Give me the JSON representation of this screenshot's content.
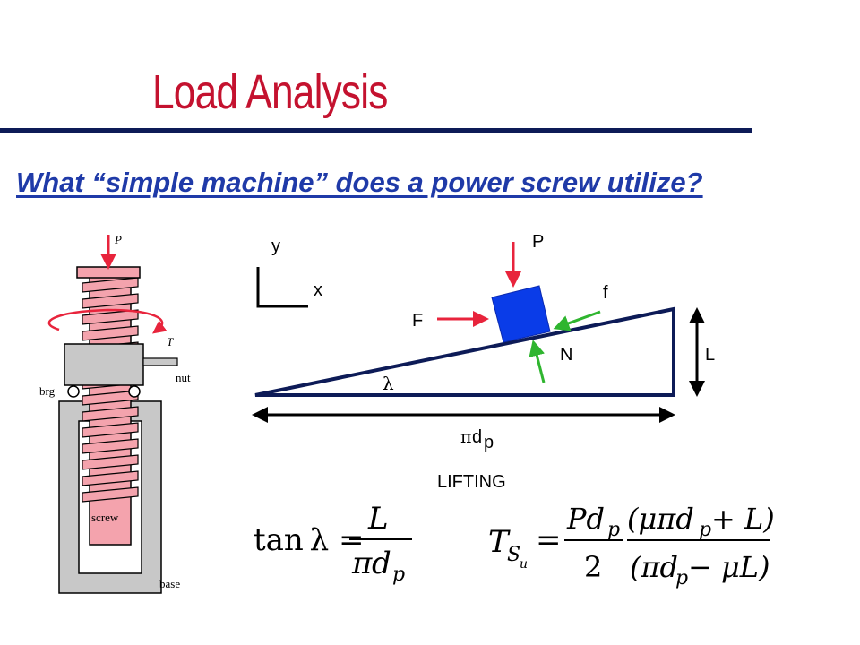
{
  "slide": {
    "title": "Load Analysis",
    "subtitle": "What “simple machine” does a power screw utilize?"
  },
  "screw_figure": {
    "labels": {
      "P": "P",
      "T": "T",
      "nut": "nut",
      "brg": "brg",
      "screw": "screw",
      "base": "base"
    },
    "colors": {
      "thread": "#f4a3ad",
      "load": "#e8243c",
      "nut": "#c8c8c8"
    }
  },
  "incline_diagram": {
    "axes": {
      "y": "y",
      "x": "x"
    },
    "forces": {
      "P": "P",
      "f": "f",
      "F": "F",
      "N": "N"
    },
    "side": "L",
    "angle": "λ",
    "base_pi": "π",
    "base_d": "d",
    "base_sub": "p",
    "case": "LIFTING",
    "colors": {
      "block": "#0a3ce8",
      "force_red": "#e8243c",
      "force_green": "#2fb52f",
      "outline": "#0d1b57"
    }
  },
  "equations": {
    "eq1": {
      "lhs": "tan λ =",
      "num": "L",
      "den_pi": "π",
      "den_d": "d",
      "den_sub": "p"
    },
    "eq2": {
      "T": "T",
      "S": "S",
      "u": "u",
      "eq": "=",
      "frac1_num": "Pd",
      "frac1_num_sub": "p",
      "frac1_den": "2",
      "frac2_num_open": "(μπd",
      "frac2_num_sub": "p",
      "frac2_num_close": " + L)",
      "frac2_den_open": "(πd",
      "frac2_den_sub": "p",
      "frac2_den_close": " − μL)"
    }
  }
}
